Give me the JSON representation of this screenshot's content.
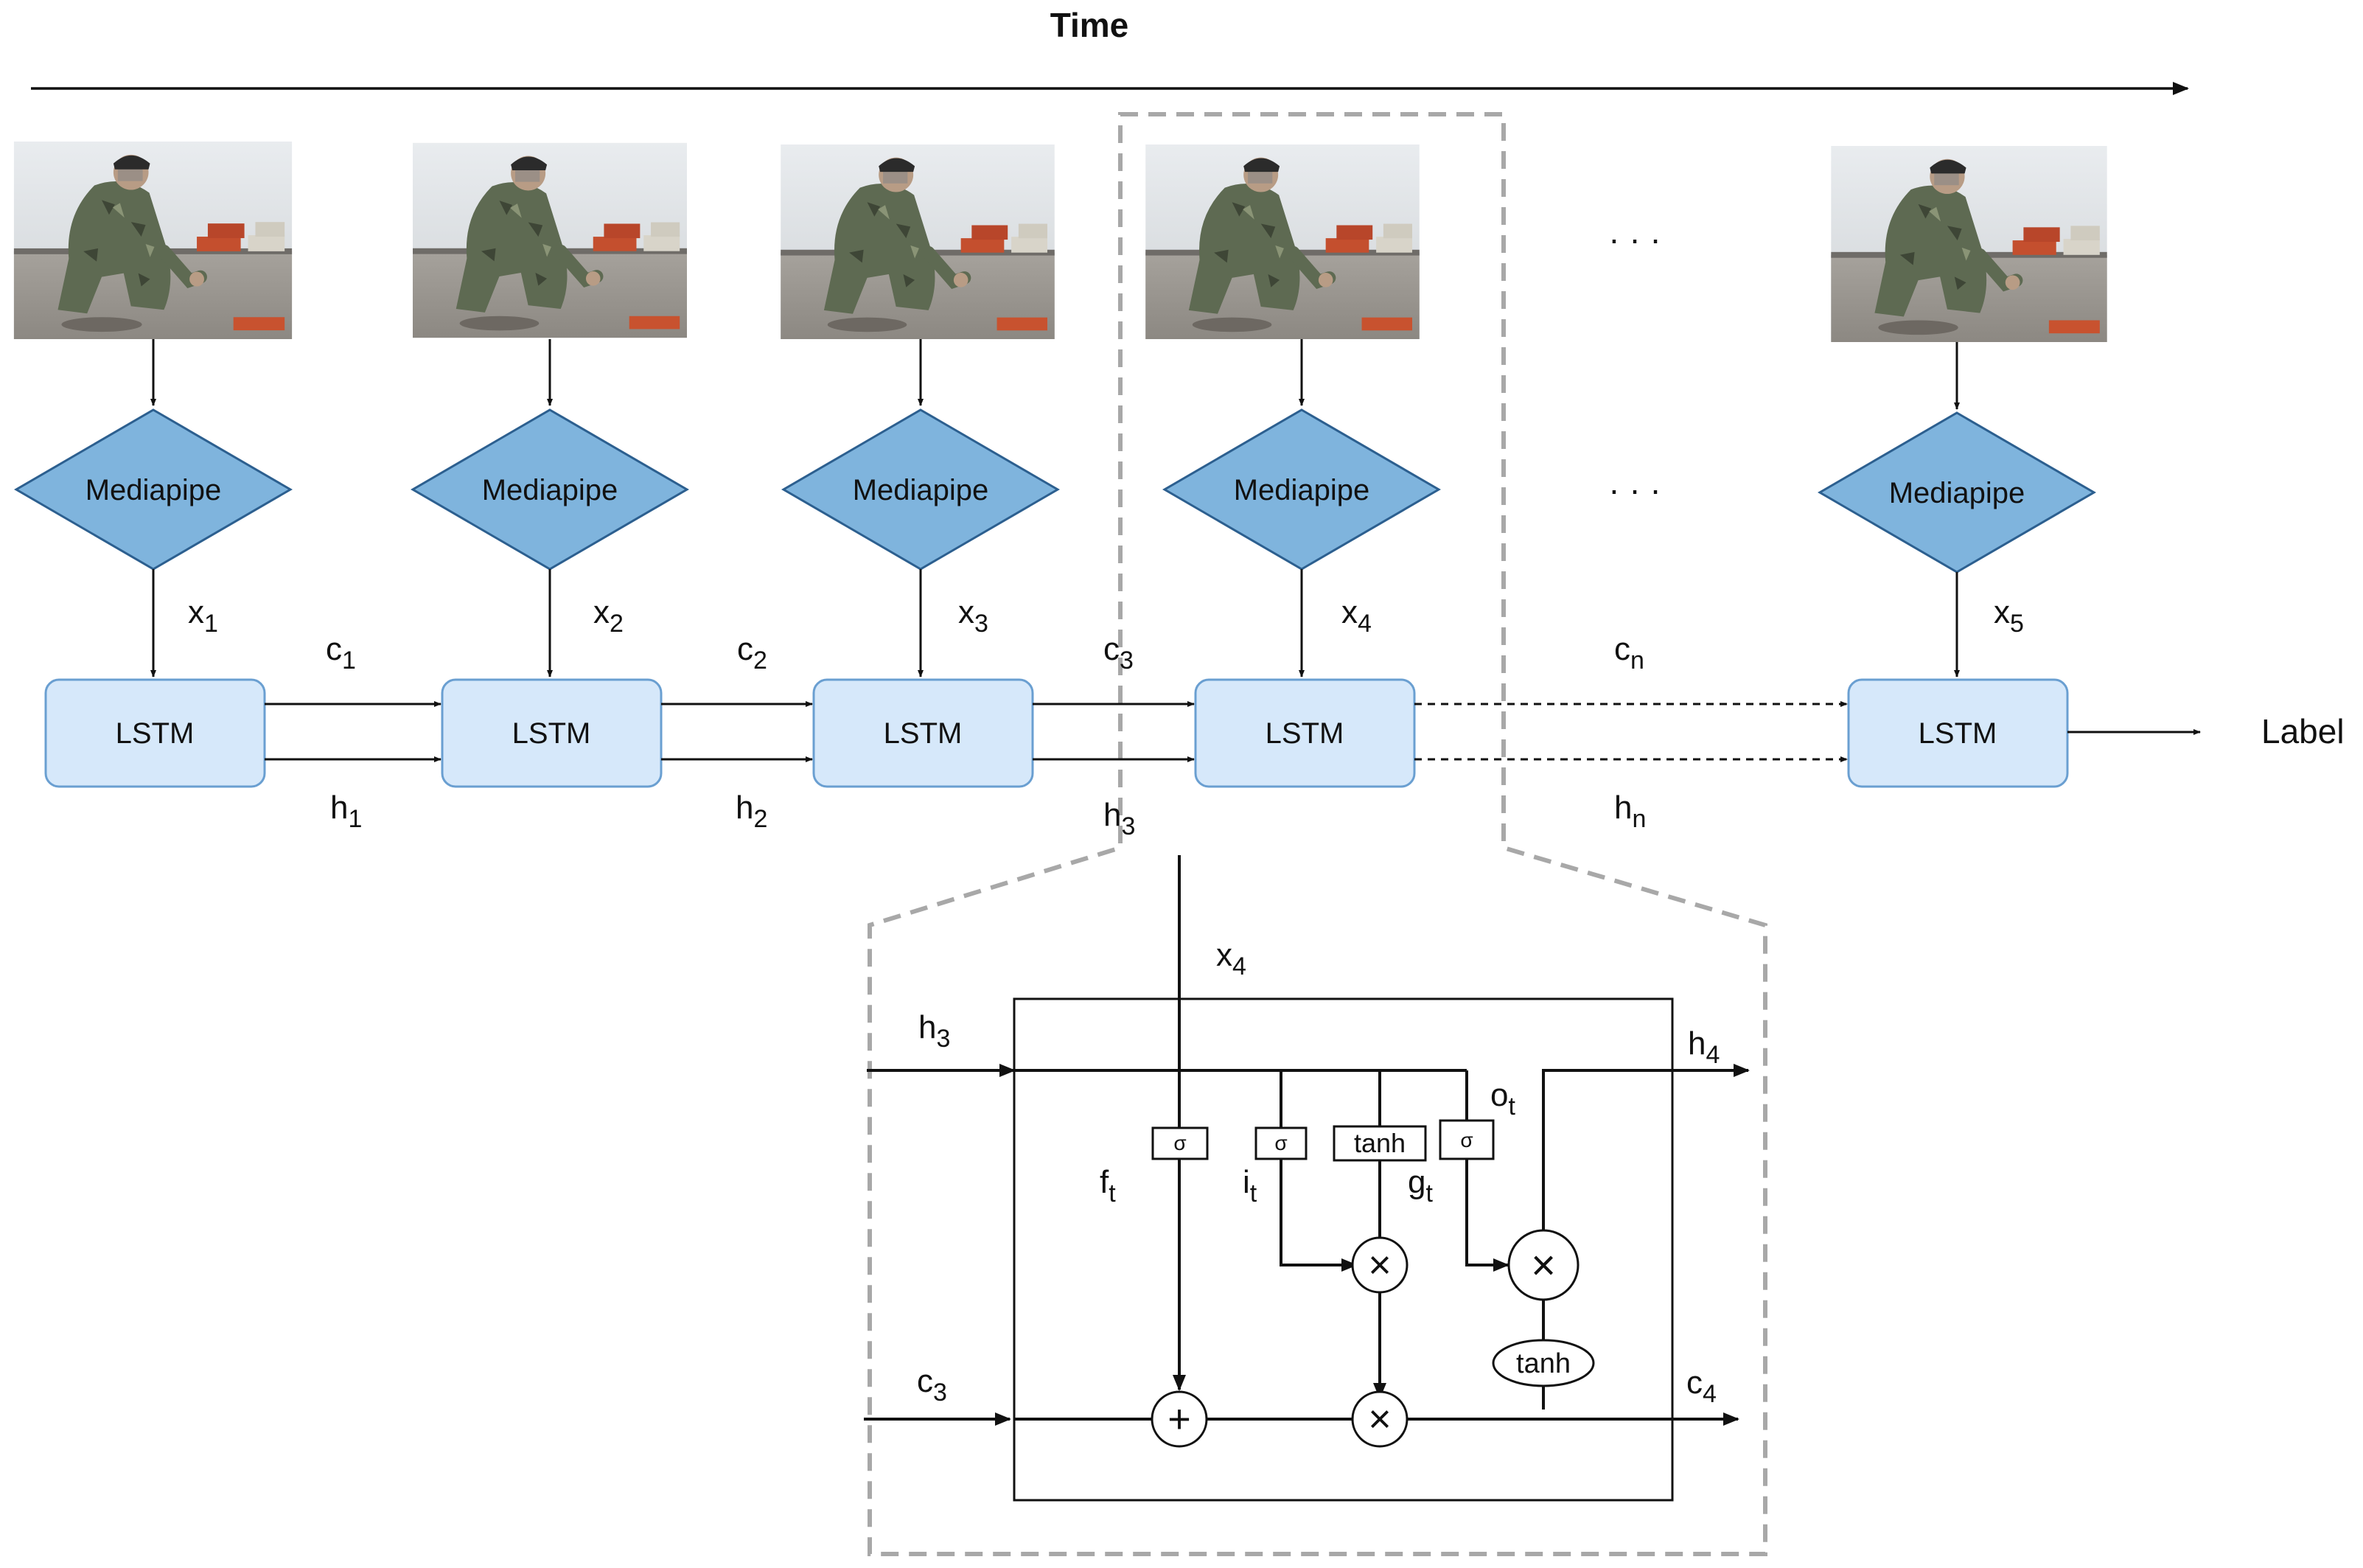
{
  "title": "Time",
  "output_label": "Label",
  "ellipsis": "· · ·",
  "frames": [
    {
      "feature": "Mediapipe",
      "x": "x",
      "x_sub": "1",
      "cell": "LSTM",
      "c": "c",
      "c_sub": "1",
      "h": "h",
      "h_sub": "1"
    },
    {
      "feature": "Mediapipe",
      "x": "x",
      "x_sub": "2",
      "cell": "LSTM",
      "c": "c",
      "c_sub": "2",
      "h": "h",
      "h_sub": "2"
    },
    {
      "feature": "Mediapipe",
      "x": "x",
      "x_sub": "3",
      "cell": "LSTM",
      "c": "c",
      "c_sub": "3",
      "h": "h",
      "h_sub": "3"
    },
    {
      "feature": "Mediapipe",
      "x": "x",
      "x_sub": "4",
      "cell": "LSTM",
      "c": "c",
      "c_sub": "n",
      "h": "h",
      "h_sub": "n"
    },
    {
      "feature": "Mediapipe",
      "x": "x",
      "x_sub": "5",
      "cell": "LSTM"
    }
  ],
  "detail": {
    "x_in": "x",
    "x_in_sub": "4",
    "h_in": "h",
    "h_in_sub": "3",
    "h_out": "h",
    "h_out_sub": "4",
    "c_in": "c",
    "c_in_sub": "3",
    "c_out": "c",
    "c_out_sub": "4",
    "gates": {
      "sigma": "σ",
      "tanh": "tanh"
    },
    "gate_labels": {
      "f": "f",
      "f_sub": "t",
      "i": "i",
      "i_sub": "t",
      "g": "g",
      "g_sub": "t",
      "o": "o",
      "o_sub": "t"
    },
    "ops": {
      "mul": "×",
      "add": "+"
    },
    "cell_tanh": "tanh"
  },
  "colors": {
    "diamond_fill": "#7fb4dd",
    "diamond_stroke": "#2c5f8f",
    "lstm_fill": "#d6e8fa",
    "lstm_stroke": "#6a9fd1",
    "dash_gray": "#a8a8a8"
  }
}
